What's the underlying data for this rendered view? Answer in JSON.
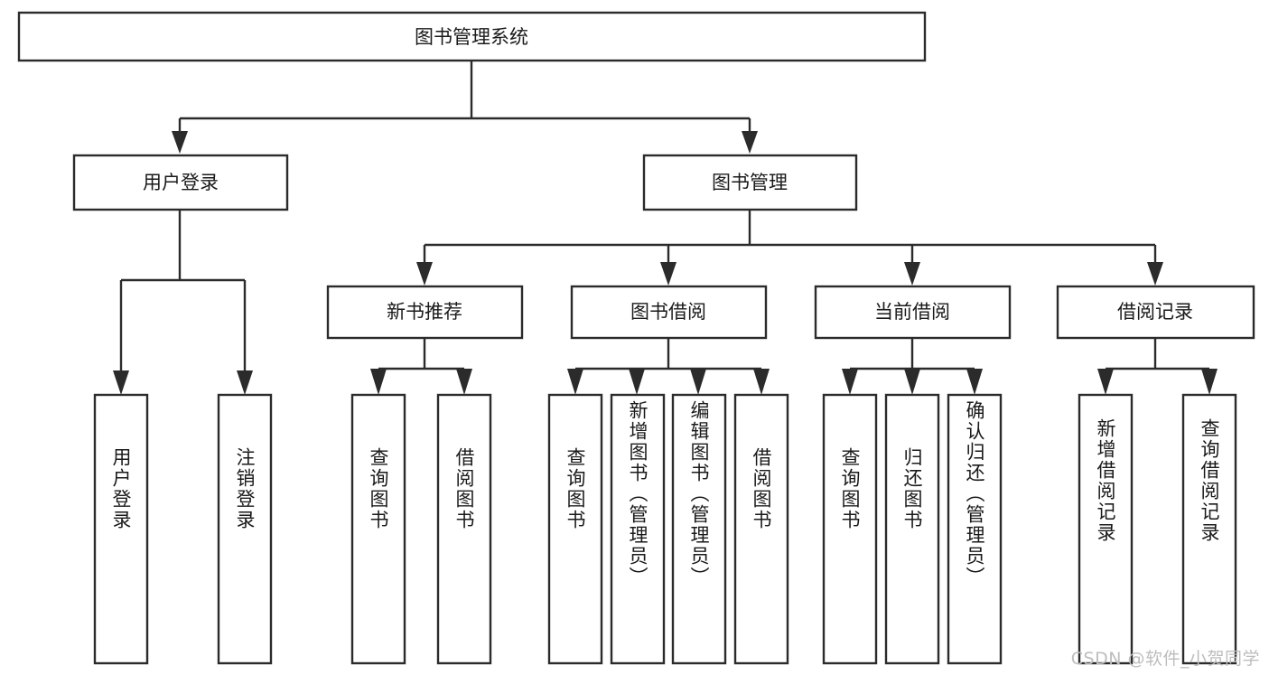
{
  "diagram": {
    "title": "图书管理系统",
    "watermark": "CSDN @软件_小贺同学",
    "colors": {
      "stroke": "#2b2b2b",
      "fill": "#ffffff",
      "text": "#1a1a1a",
      "watermark": "#bdbdbd",
      "background": "#ffffff"
    },
    "root": {
      "label": "图书管理系统"
    },
    "level2": [
      {
        "label": "用户登录"
      },
      {
        "label": "图书管理"
      }
    ],
    "level3": [
      {
        "label": "新书推荐"
      },
      {
        "label": "图书借阅"
      },
      {
        "label": "当前借阅"
      },
      {
        "label": "借阅记录"
      }
    ],
    "leaves": {
      "user_login": [
        {
          "label": "用户登录"
        },
        {
          "label": "注销登录"
        }
      ],
      "new_book": [
        {
          "label": "查询图书"
        },
        {
          "label": "借阅图书"
        }
      ],
      "book_borrow": [
        {
          "label": "查询图书"
        },
        {
          "label": "新增图书（管理员）"
        },
        {
          "label": "编辑图书（管理员）"
        },
        {
          "label": "借阅图书"
        }
      ],
      "current_borrow": [
        {
          "label": "查询图书"
        },
        {
          "label": "归还图书"
        },
        {
          "label": "确认归还（管理员）"
        }
      ],
      "borrow_record": [
        {
          "label": "新增借阅记录"
        },
        {
          "label": "查询借阅记录"
        }
      ]
    }
  }
}
